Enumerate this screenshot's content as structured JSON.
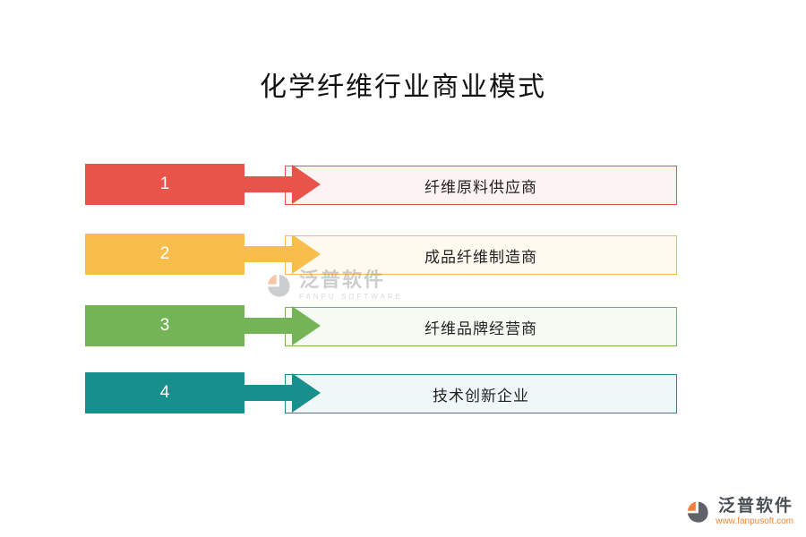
{
  "title": "化学纤维行业商业模式",
  "rows": [
    {
      "number": "1",
      "label": "纤维原料供应商",
      "color": "#e85449",
      "tint": "#fdf3f2"
    },
    {
      "number": "2",
      "label": "成品纤维制造商",
      "color": "#f8bd4a",
      "tint": "#fefaef"
    },
    {
      "number": "3",
      "label": "纤维品牌经营商",
      "color": "#74b457",
      "tint": "#f5faf2"
    },
    {
      "number": "4",
      "label": "技术创新企业",
      "color": "#17908d",
      "tint": "#eff7f7"
    }
  ],
  "watermark_center": {
    "name": "泛普软件",
    "subtitle": "FANPU SOFTWARE"
  },
  "watermark_corner": {
    "name": "泛普软件",
    "url": "www.fanpusoft.com"
  }
}
